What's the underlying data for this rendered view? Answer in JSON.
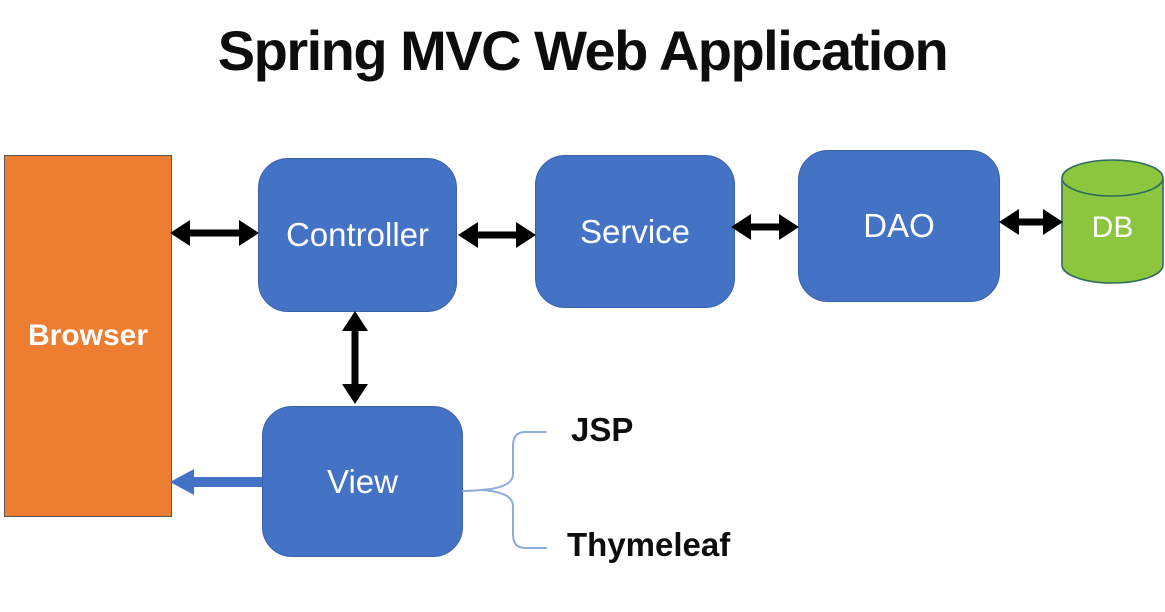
{
  "title": "Spring MVC Web Application",
  "nodes": {
    "browser": {
      "label": "Browser",
      "shape": "rectangle",
      "color": "#ED7D31",
      "text_color": "#FFFFFF"
    },
    "controller": {
      "label": "Controller",
      "shape": "rounded-rectangle",
      "color": "#4472C4",
      "text_color": "#FFFFFF"
    },
    "service": {
      "label": "Service",
      "shape": "rounded-rectangle",
      "color": "#4472C4",
      "text_color": "#FFFFFF"
    },
    "dao": {
      "label": "DAO",
      "shape": "rounded-rectangle",
      "color": "#4472C4",
      "text_color": "#FFFFFF"
    },
    "view": {
      "label": "View",
      "shape": "rounded-rectangle",
      "color": "#4472C4",
      "text_color": "#FFFFFF"
    },
    "db": {
      "label": "DB",
      "shape": "cylinder",
      "color": "#8CC63E",
      "text_color": "#FFFFFF"
    }
  },
  "annotations": {
    "jsp": "JSP",
    "thymeleaf": "Thymeleaf"
  },
  "connections": [
    {
      "from": "browser",
      "to": "controller",
      "type": "bidirectional",
      "color": "#000000"
    },
    {
      "from": "controller",
      "to": "service",
      "type": "bidirectional",
      "color": "#000000"
    },
    {
      "from": "service",
      "to": "dao",
      "type": "bidirectional",
      "color": "#000000"
    },
    {
      "from": "dao",
      "to": "db",
      "type": "bidirectional",
      "color": "#000000"
    },
    {
      "from": "controller",
      "to": "view",
      "type": "bidirectional",
      "color": "#000000"
    },
    {
      "from": "view",
      "to": "browser",
      "type": "directed",
      "color": "#4472C4"
    },
    {
      "from": "view",
      "to": "jsp, thymeleaf",
      "type": "brace",
      "color": "#8FAADC"
    }
  ],
  "colors": {
    "background": "#FFFFFF",
    "title_text": "#0D0D0D",
    "box_blue": "#4472C4",
    "box_orange": "#ED7D31",
    "db_green": "#8CC63E",
    "db_outline": "#2E6B5E",
    "arrow_black": "#000000",
    "arrow_blue": "#4472C4",
    "brace_blue": "#8FAADC"
  }
}
